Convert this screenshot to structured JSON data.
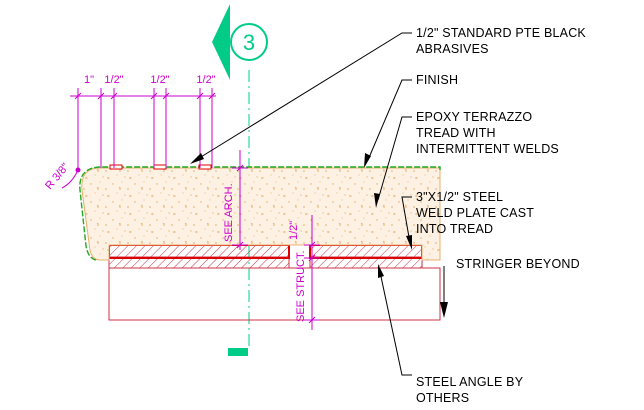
{
  "detail": {
    "tag_number": "3"
  },
  "notes": [
    {
      "id": "abrasives",
      "lines": [
        "1/2\" STANDARD PTE BLACK",
        "ABRASIVES"
      ]
    },
    {
      "id": "finish",
      "lines": [
        "FINISH"
      ]
    },
    {
      "id": "terrazzo",
      "lines": [
        "EPOXY TERRAZZO",
        "TREAD WITH",
        "INTERMITTENT WELDS"
      ]
    },
    {
      "id": "weld-plate",
      "lines": [
        "3\"X1/2\" STEEL",
        "WELD PLATE CAST",
        "INTO TREAD"
      ]
    },
    {
      "id": "stringer",
      "lines": [
        "STRINGER BEYOND"
      ]
    },
    {
      "id": "steel-angle",
      "lines": [
        "STEEL ANGLE BY",
        "OTHERS"
      ]
    }
  ],
  "dimensions": {
    "top": [
      "1\"",
      "1/2\"",
      "1/2\"",
      "1/2\""
    ],
    "radius": "R 3/8\"",
    "see_arch": "SEE ARCH.",
    "see_struct": "SEE STRUCT.",
    "half_inch": "1/2\""
  },
  "colors": {
    "linework": "#000000",
    "dimension": "#cc00cc",
    "terrazzo_fill": "#fdf1e3",
    "terrazzo_edge": "#e8b070",
    "finish_line": "#22aa22",
    "weld_plate": "#dd0000",
    "stringer": "#cc3344",
    "tag": "#00cc88"
  }
}
